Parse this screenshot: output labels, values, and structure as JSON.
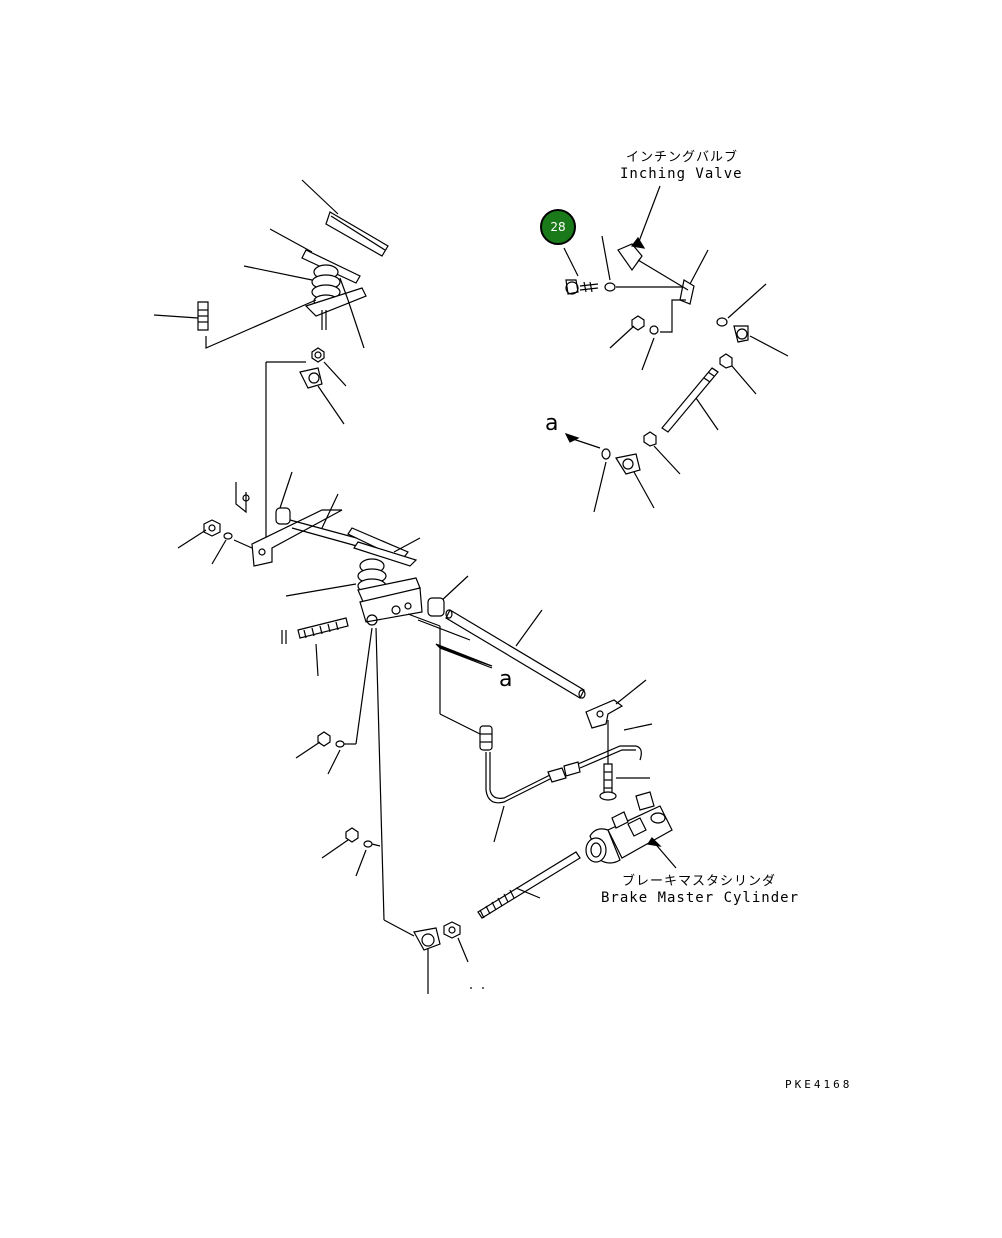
{
  "labels": {
    "inching_valve_jp": "インチングバルブ",
    "inching_valve_en": "Inching Valve",
    "brake_master_cylinder_jp": "ブレーキマスタシリンダ",
    "brake_master_cylinder_en": "Brake Master Cylinder",
    "view_ref_upper": "a",
    "view_ref_lower": "a",
    "drawing_code": "PKE4168"
  },
  "callout": {
    "number": "28",
    "color": "#1a7a1a"
  }
}
